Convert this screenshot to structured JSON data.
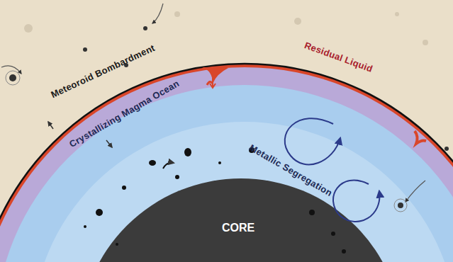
{
  "diagram": {
    "nodes": [
      {
        "text": [
          "CORE"
        ]
      }
    ],
    "labels": [
      "Meteoroid Bombardment",
      "Residual Liquid",
      "Crystallizing Magma Ocean",
      "Metallic Segregation"
    ]
  }
}
